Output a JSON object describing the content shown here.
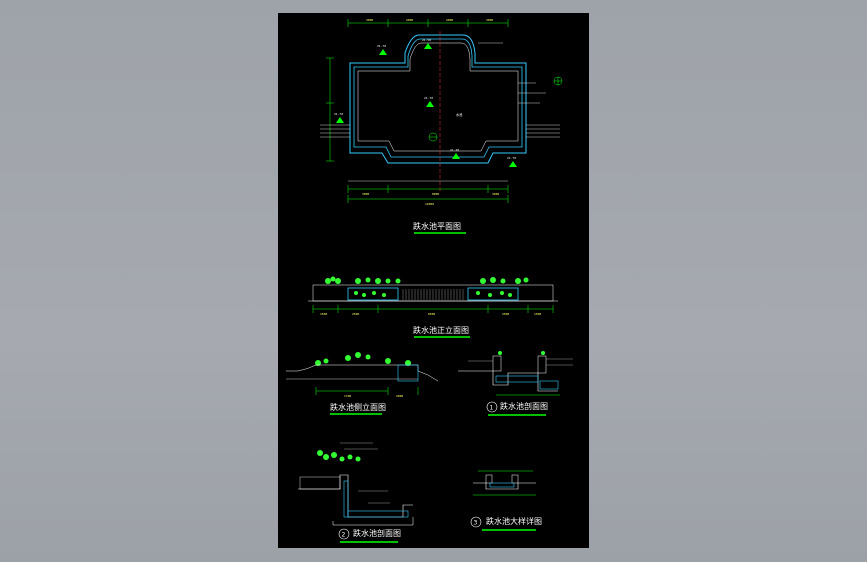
{
  "colors": {
    "background": "#a3a7ad",
    "sheet": "#000000",
    "outline": "#33ccff",
    "dimension": "#00ff00",
    "plant": "#33ff33",
    "axis": "#ff3333",
    "text": "#ffffff",
    "hatch": "#cccccc"
  },
  "drawings": {
    "plan": {
      "title": "跌水池平面图",
      "center_note": "水池",
      "dims_top": [
        "3000",
        "2000",
        "2000",
        "3000"
      ],
      "dims_bottom": [
        "3000",
        "8000",
        "3000"
      ],
      "total": "12000",
      "elevations": [
        "21.70",
        "21.50",
        "21.70",
        "21.70",
        "21.20",
        "21.70"
      ]
    },
    "front_elevation": {
      "title": "跌水池正立面图",
      "dims": [
        "1500",
        "2500",
        "8500",
        "2500",
        "1500"
      ]
    },
    "side_elevation": {
      "title": "跌水池侧立面图",
      "dims": [
        "1700",
        "2000"
      ]
    },
    "section_1": {
      "number": "1",
      "title": "跌水池剖面图"
    },
    "section_2": {
      "number": "2",
      "title": "跌水池剖面图"
    },
    "section_3": {
      "number": "3",
      "title": "跌水池大样详图"
    }
  }
}
